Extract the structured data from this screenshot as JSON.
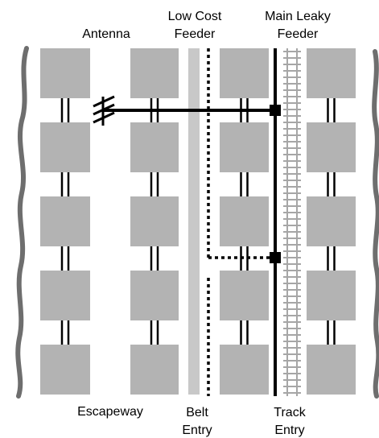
{
  "labels": {
    "antenna": "Antenna",
    "low_cost_feeder_line1": "Low Cost",
    "low_cost_feeder_line2": "Feeder",
    "main_leaky_feeder_line1": "Main Leaky",
    "main_leaky_feeder_line2": "Feeder",
    "escapeway": "Escapeway",
    "belt_entry_line1": "Belt",
    "belt_entry_line2": "Entry",
    "track_entry_line1": "Track",
    "track_entry_line2": "Entry"
  },
  "colors": {
    "pillar": "#b3b3b3",
    "rib": "#6e6e6e",
    "belt": "#c8c8c8",
    "cable": "#000000",
    "rail": "#a6a6a6"
  }
}
